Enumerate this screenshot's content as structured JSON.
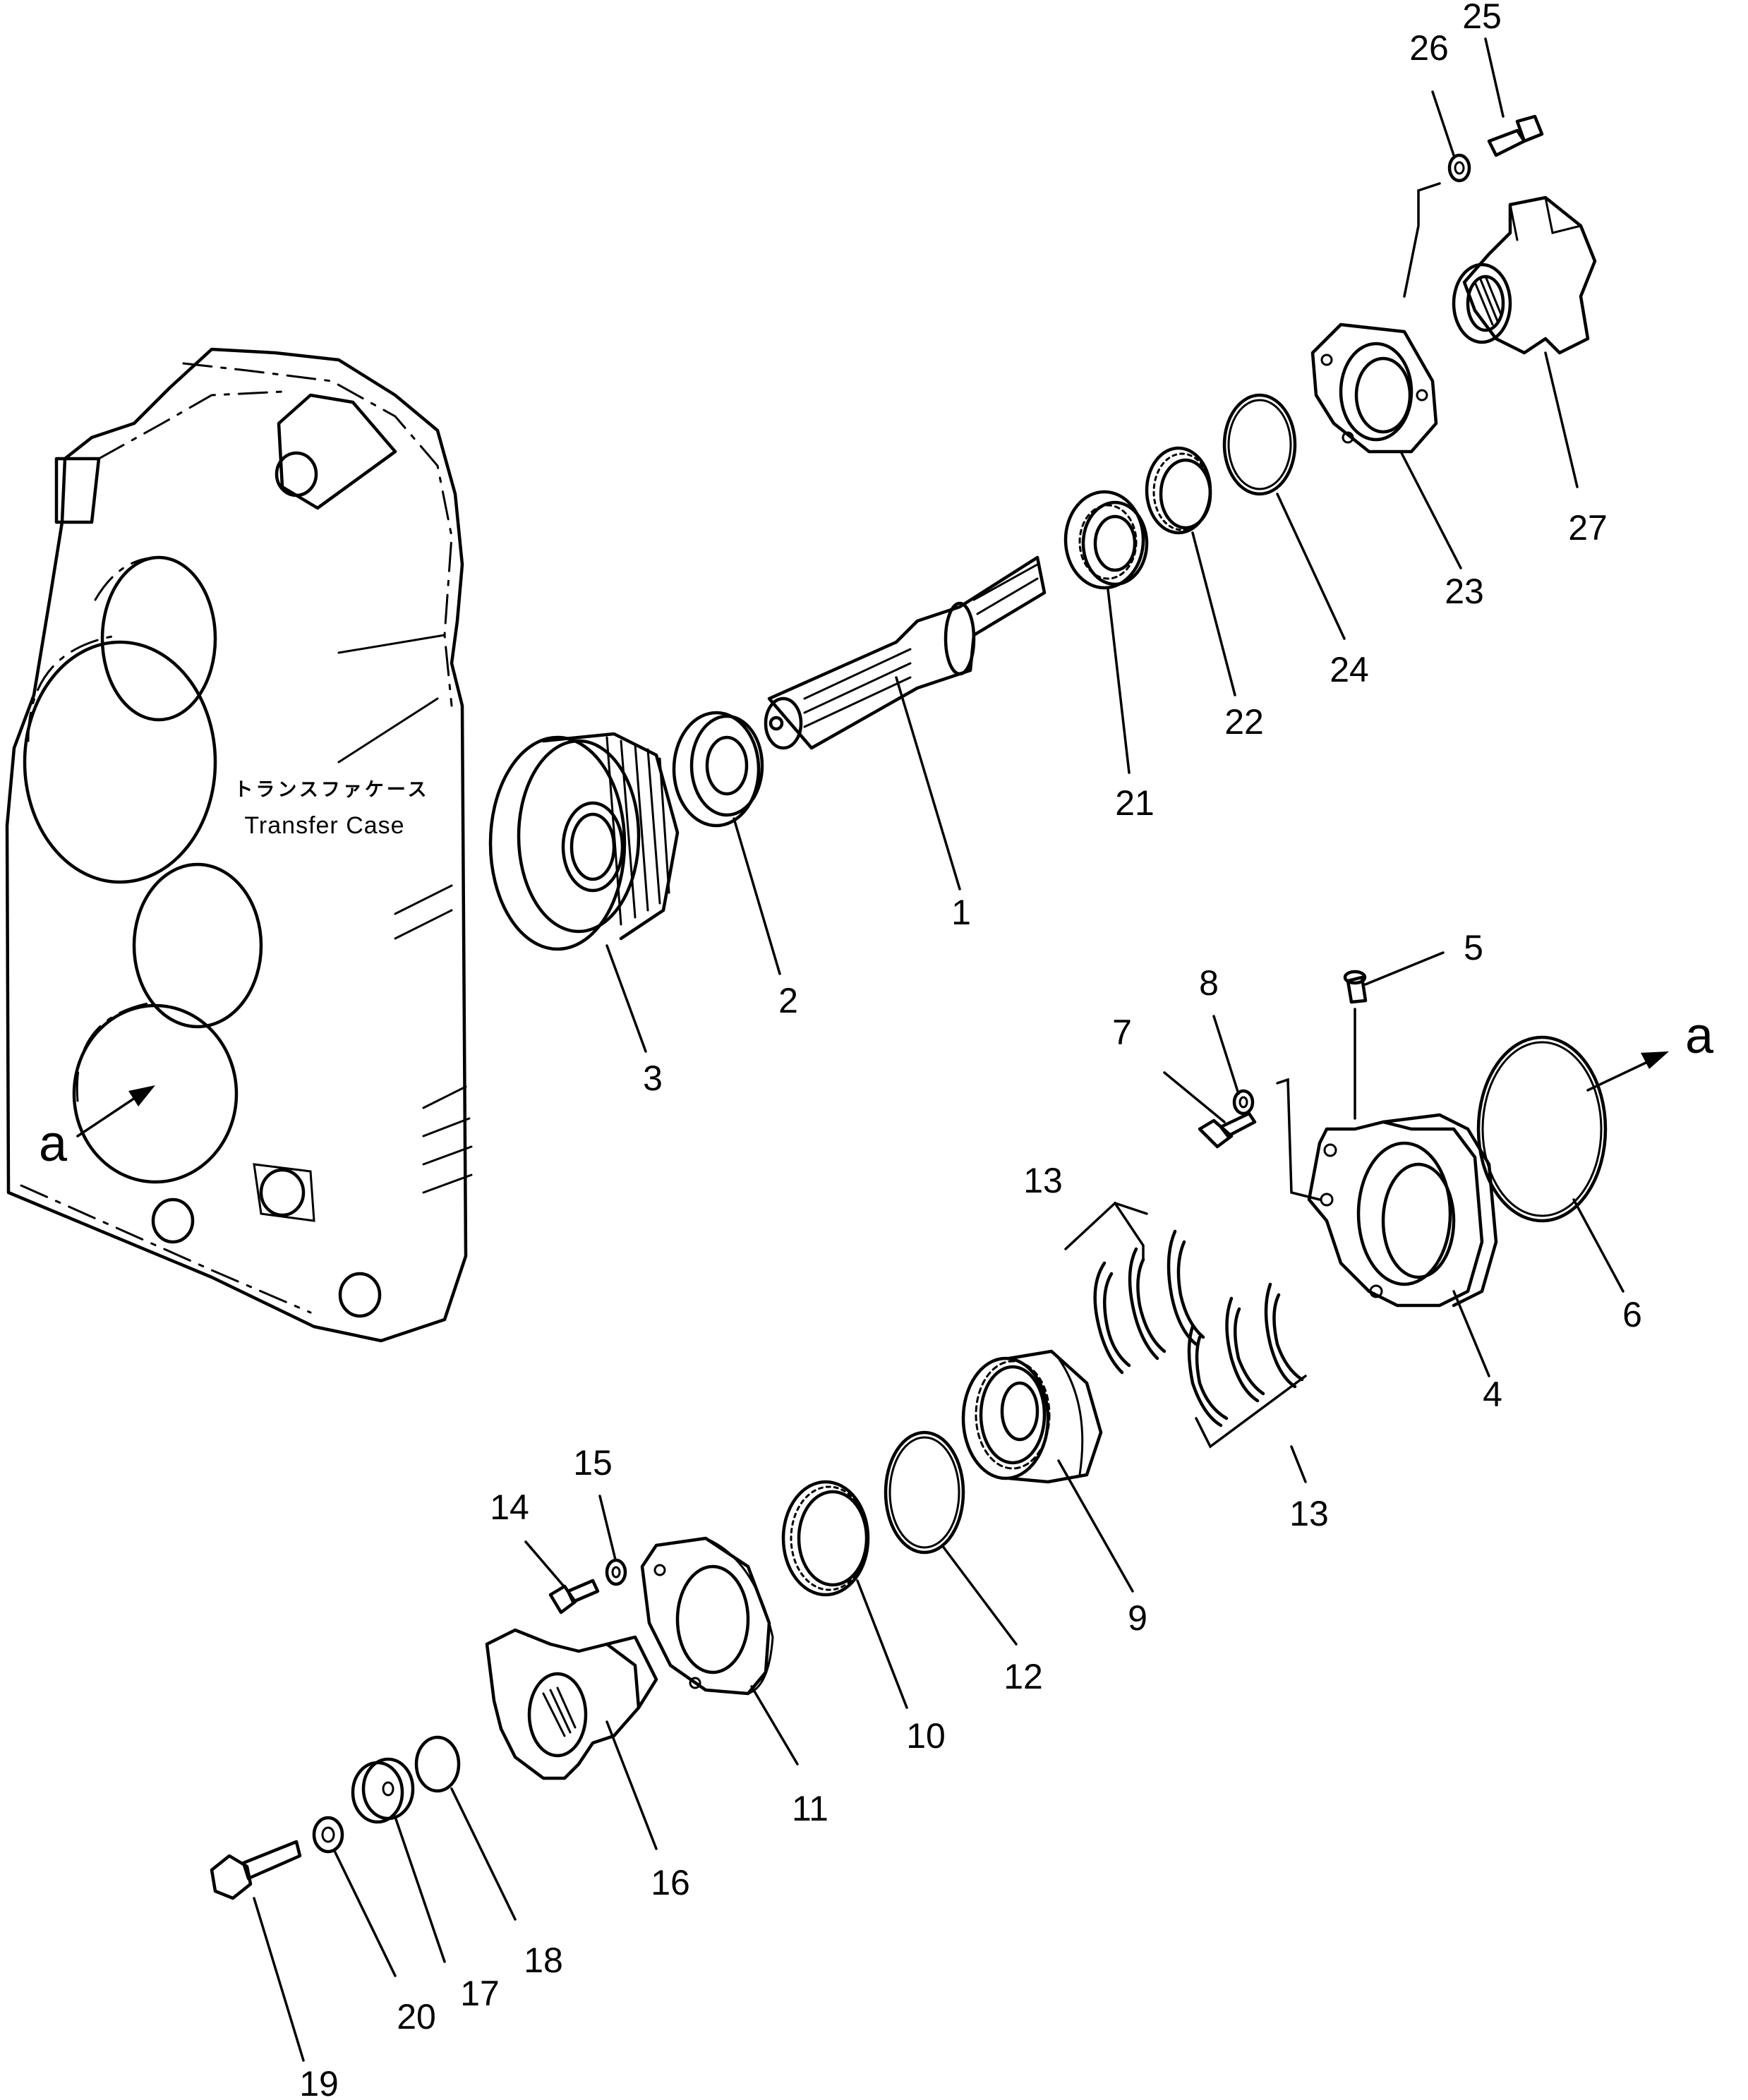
{
  "case_label": {
    "jp": "トランスファケース",
    "en": "Transfer Case"
  },
  "view_markers": {
    "left": "a",
    "right": "a"
  },
  "parts": {
    "p1": "1",
    "p2": "2",
    "p3": "3",
    "p4": "4",
    "p5": "5",
    "p6": "6",
    "p7": "7",
    "p8": "8",
    "p9": "9",
    "p10": "10",
    "p11": "11",
    "p12": "12",
    "p13a": "13",
    "p13b": "13",
    "p14": "14",
    "p15": "15",
    "p16": "16",
    "p17": "17",
    "p18": "18",
    "p19": "19",
    "p20": "20",
    "p21": "21",
    "p22": "22",
    "p23": "23",
    "p24": "24",
    "p25": "25",
    "p26": "26",
    "p27": "27"
  }
}
